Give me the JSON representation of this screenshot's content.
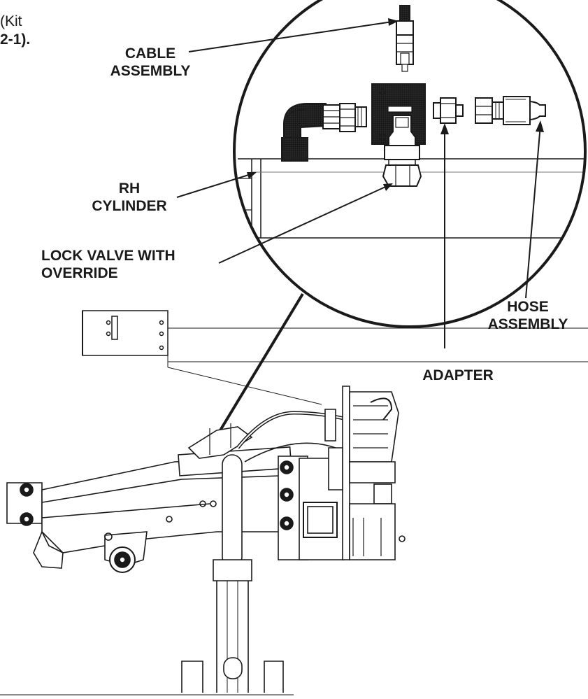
{
  "page": {
    "fragment_line1": "(Kit",
    "fragment_line2": "2-1)."
  },
  "callouts": {
    "cable_assembly": [
      "CABLE",
      "ASSEMBLY"
    ],
    "rh_cylinder": [
      "RH",
      "CYLINDER"
    ],
    "lock_valve": [
      "LOCK VALVE WITH",
      "OVERRIDE"
    ],
    "hose_assembly": [
      "HOSE",
      "ASSEMBLY"
    ],
    "adapter": [
      "ADAPTER"
    ]
  }
}
